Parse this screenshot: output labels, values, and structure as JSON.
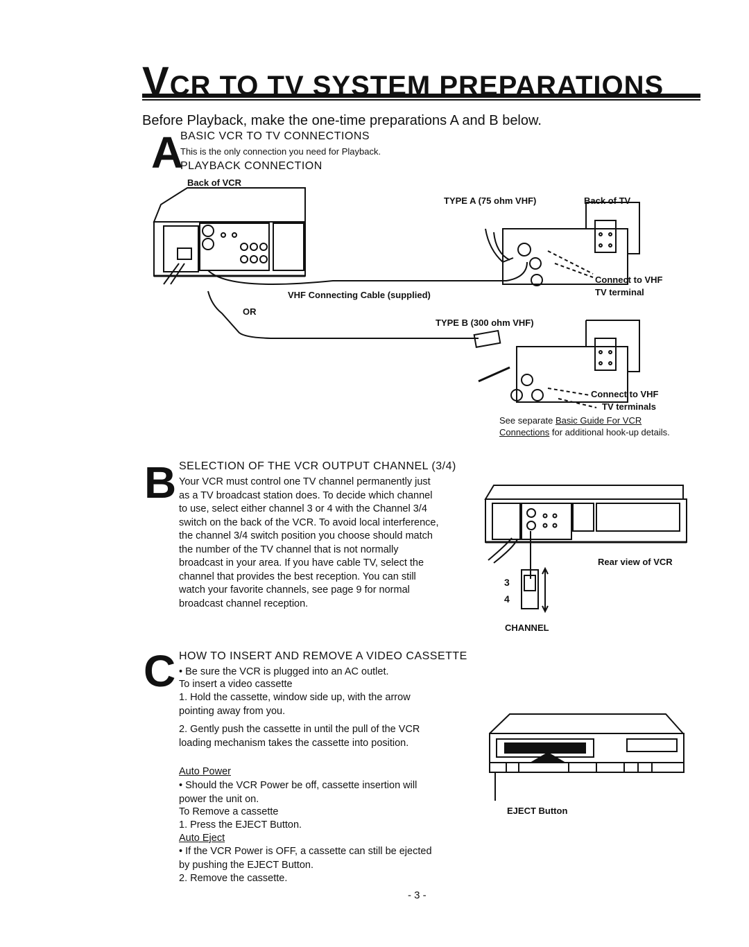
{
  "title": {
    "first": "V",
    "rest": "CR TO TV SYSTEM PREPARATIONS"
  },
  "intro": "Before Playback, make the one-time preparations A and B below.",
  "sectionA": {
    "letter": "A",
    "heading": "BASIC VCR TO TV CONNECTIONS",
    "note": "This is the only connection you need for Playback.",
    "subheading": "PLAYBACK CONNECTION",
    "labels": {
      "back_vcr": "Back of VCR",
      "type_a": "TYPE A (75 ohm VHF)",
      "back_tv": "Back of TV",
      "connect_vhf": "Connect to VHF",
      "tv_terminal": "TV terminal",
      "cable": "VHF Connecting Cable (supplied)",
      "or": "OR",
      "type_b": "TYPE B (300 ohm VHF)",
      "connect_vhf2": "Connect to VHF",
      "tv_terminals": "TV terminals"
    },
    "see_note": {
      "pre": "See separate ",
      "link": "Basic Guide For VCR Connections",
      "post": " for additional hook-up details."
    }
  },
  "sectionB": {
    "letter": "B",
    "heading": "SELECTION OF THE VCR OUTPUT CHANNEL (3/4)",
    "body": "Your VCR must control one TV channel permanently just as a TV broadcast station does. To decide which channel to use, select either channel 3 or 4 with the Channel 3/4 switch on the back of the VCR. To avoid local interference, the channel 3/4 switch position you choose should match the number of the TV channel that is not normally broadcast in your area. If you have cable TV, select the channel that provides the best reception. You can still watch your favorite channels, see page 9 for normal broadcast channel reception.",
    "rear_view": "Rear view of VCR",
    "channel_label": "CHANNEL",
    "ch3": "3",
    "ch4": "4"
  },
  "sectionC": {
    "letter": "C",
    "heading": "HOW TO INSERT AND REMOVE A VIDEO CASSETTE",
    "bullet1": "• Be sure the VCR is plugged into an AC outlet.",
    "to_insert": "To insert a video cassette",
    "step1": "1. Hold the cassette, window side up, with the arrow pointing away from you.",
    "step2": "2. Gently push the cassette in until the pull of the VCR loading mechanism takes the cassette into position.",
    "auto_power": "Auto Power",
    "auto_power_text": "• Should the VCR Power be off, cassette insertion will power the unit on.",
    "to_remove": "To Remove a cassette",
    "remove1": "1. Press the EJECT Button.",
    "auto_eject": "Auto Eject",
    "auto_eject_text": "• If the VCR Power is OFF, a cassette can still be ejected by pushing the EJECT Button.",
    "remove2": "2. Remove the cassette.",
    "eject_label": "EJECT Button"
  },
  "page_number": "- 3 -"
}
